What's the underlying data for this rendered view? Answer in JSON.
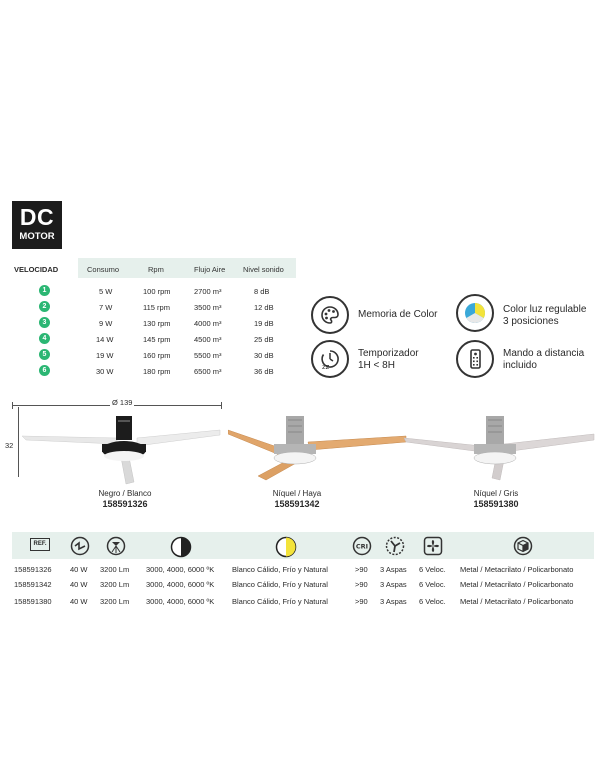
{
  "badge": {
    "line1": "DC",
    "line2": "MOTOR"
  },
  "speed_table": {
    "headers": {
      "velocidad": "VELOCIDAD",
      "consumo": "Consumo",
      "rpm": "Rpm",
      "flujo": "Flujo Aire",
      "sonido": "Nivel sonido"
    },
    "rows": [
      {
        "n": "1",
        "consumo": "5 W",
        "rpm": "100 rpm",
        "flujo": "2700 m³",
        "sonido": "8 dB"
      },
      {
        "n": "2",
        "consumo": "7 W",
        "rpm": "115 rpm",
        "flujo": "3500 m³",
        "sonido": "12 dB"
      },
      {
        "n": "3",
        "consumo": "9 W",
        "rpm": "130 rpm",
        "flujo": "4000 m³",
        "sonido": "19 dB"
      },
      {
        "n": "4",
        "consumo": "14 W",
        "rpm": "145 rpm",
        "flujo": "4500 m³",
        "sonido": "25 dB"
      },
      {
        "n": "5",
        "consumo": "19 W",
        "rpm": "160 rpm",
        "flujo": "5500 m³",
        "sonido": "30 dB"
      },
      {
        "n": "6",
        "consumo": "30 W",
        "rpm": "180 rpm",
        "flujo": "6500 m³",
        "sonido": "36 dB"
      }
    ]
  },
  "features": {
    "memoria": "Memoria de Color",
    "temporizador_1": "Temporizador",
    "temporizador_2": "1H < 8H",
    "color_luz_1": "Color luz regulable",
    "color_luz_2": "3 posiciones",
    "mando_1": "Mando a distancia",
    "mando_2": "incluido"
  },
  "dimensions": {
    "width": "Ø 139",
    "height": "32"
  },
  "fans": [
    {
      "finish": "Negro / Blanco",
      "ref": "158591326"
    },
    {
      "finish": "Níquel / Haya",
      "ref": "158591342"
    },
    {
      "finish": "Níquel / Gris",
      "ref": "158591380"
    }
  ],
  "spec_header": {
    "ref": "REF."
  },
  "spec_rows": [
    {
      "ref": "158591326",
      "w": "40 W",
      "lm": "3200 Lm",
      "k": "3000, 4000, 6000 ºK",
      "color": "Blanco Cálido, Frío y Natural",
      "cri": ">90",
      "aspas": "3 Aspas",
      "veloc": "6 Veloc.",
      "mat": "Metal / Metacrilato / Policarbonato"
    },
    {
      "ref": "158591342",
      "w": "40 W",
      "lm": "3200 Lm",
      "k": "3000, 4000, 6000 ºK",
      "color": "Blanco Cálido, Frío y Natural",
      "cri": ">90",
      "aspas": "3 Aspas",
      "veloc": "6 Veloc.",
      "mat": "Metal / Metacrilato / Policarbonato"
    },
    {
      "ref": "158591380",
      "w": "40 W",
      "lm": "3200 Lm",
      "k": "3000, 4000, 6000 ºK",
      "color": "Blanco Cálido, Frío y Natural",
      "cri": ">90",
      "aspas": "3 Aspas",
      "veloc": "6 Veloc.",
      "mat": "Metal / Metacrilato / Policarbonato"
    }
  ],
  "colors": {
    "accent_green": "#2bb673",
    "header_bg": "#e6f0ec",
    "light_yellow": "#f3e33a",
    "light_blue": "#3aa8d8"
  }
}
